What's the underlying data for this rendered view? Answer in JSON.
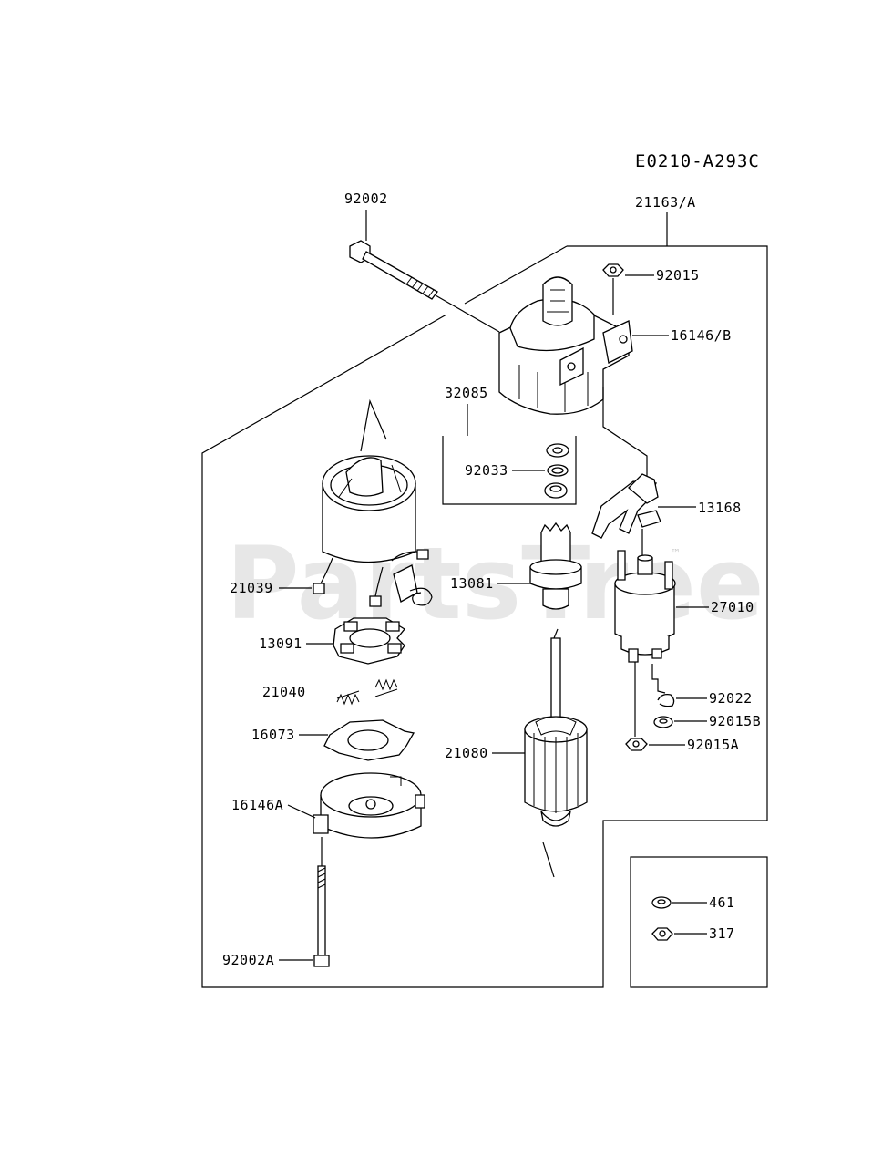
{
  "diagram_code": "E0210-A293C",
  "watermark": {
    "text": "PartsTree",
    "mark": "™"
  },
  "labels": {
    "p92002": "92002",
    "p21163A": "21163/A",
    "p92015": "92015",
    "p16146B": "16146/B",
    "p32085": "32085",
    "p92033": "92033",
    "p13168": "13168",
    "p21039": "21039",
    "p13081": "13081",
    "p27010": "27010",
    "p13091": "13091",
    "p21040": "21040",
    "p92022": "92022",
    "p92015B": "92015B",
    "p16073": "16073",
    "p92015A": "92015A",
    "p21080": "21080",
    "p16146A": "16146A",
    "p461": "461",
    "p317": "317",
    "p92002A": "92002A"
  }
}
